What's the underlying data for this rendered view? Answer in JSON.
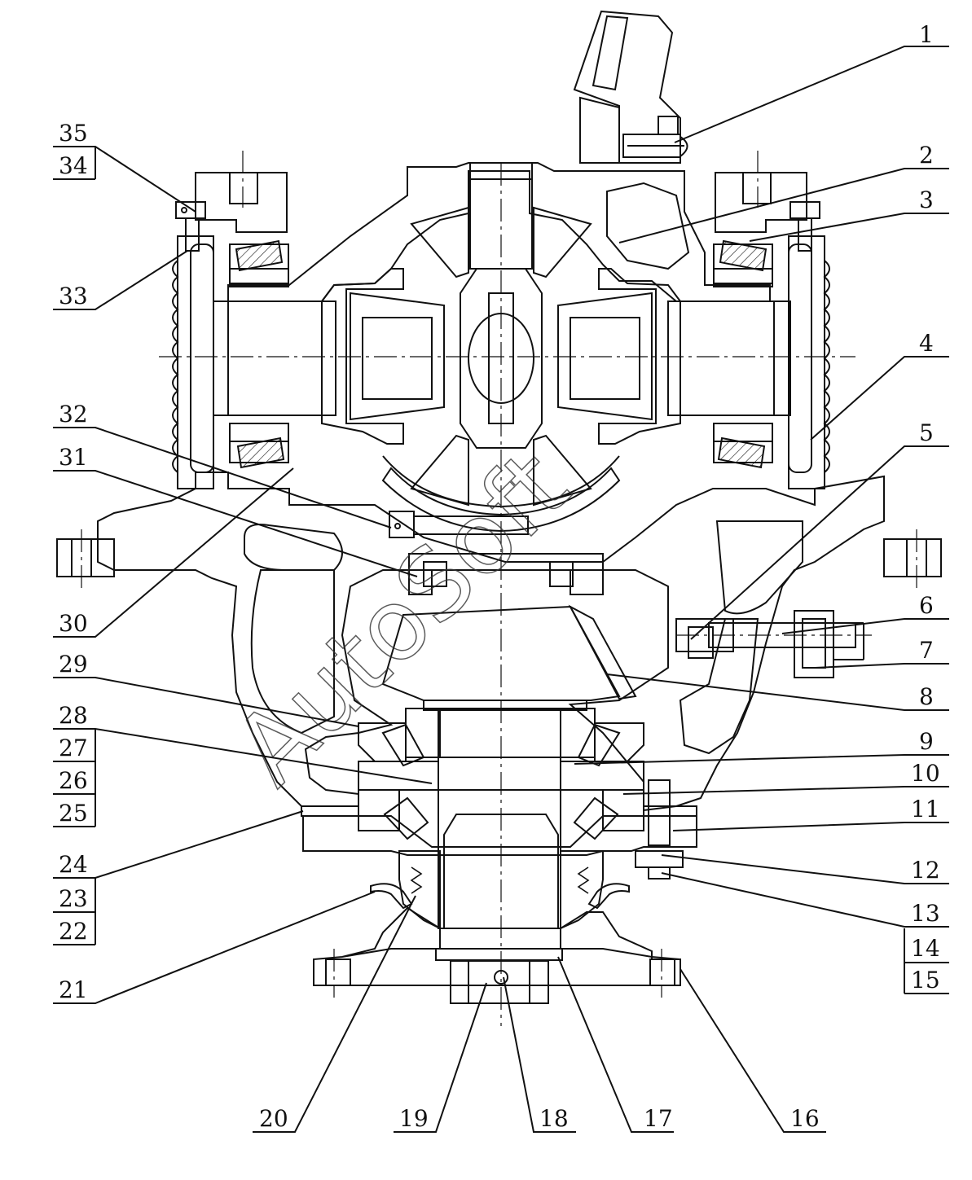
{
  "drawing": {
    "watermark": "AutoSoft",
    "part_labels": [
      "1",
      "2",
      "3",
      "4",
      "5",
      "6",
      "7",
      "8",
      "9",
      "10",
      "11",
      "12",
      "13",
      "14",
      "15",
      "16",
      "17",
      "18",
      "19",
      "20",
      "21",
      "22",
      "23",
      "24",
      "25",
      "26",
      "27",
      "28",
      "29",
      "30",
      "31",
      "32",
      "33",
      "34",
      "35"
    ]
  }
}
